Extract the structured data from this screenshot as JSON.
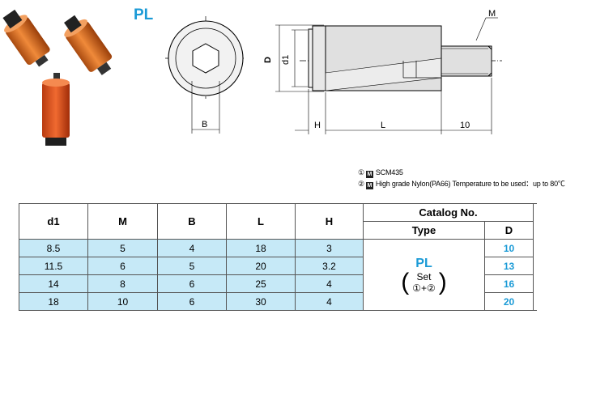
{
  "title": "PL",
  "drawing": {
    "labels": {
      "M": "M",
      "D": "D",
      "d1": "d1",
      "B": "B",
      "H": "H",
      "L": "L",
      "ten": "10"
    }
  },
  "materials": [
    {
      "num": "①",
      "mark": "M",
      "text": "SCM435"
    },
    {
      "num": "②",
      "mark": "M",
      "text": "High grade Nylon(PA66)  Temperature to be used：up to 80℃"
    }
  ],
  "table": {
    "headers": {
      "d1": "d1",
      "M": "M",
      "B": "B",
      "L": "L",
      "H": "H",
      "catalog": "Catalog No.",
      "type": "Type",
      "D": "D"
    },
    "rows": [
      {
        "d1": "8.5",
        "M": "5",
        "B": "4",
        "L": "18",
        "H": "3",
        "D": "10"
      },
      {
        "d1": "11.5",
        "M": "6",
        "B": "5",
        "L": "20",
        "H": "3.2",
        "D": "13"
      },
      {
        "d1": "14",
        "M": "8",
        "B": "6",
        "L": "25",
        "H": "4",
        "D": "16"
      },
      {
        "d1": "18",
        "M": "10",
        "B": "6",
        "L": "30",
        "H": "4",
        "D": "20"
      }
    ],
    "type_cell": {
      "name": "PL",
      "set": "Set",
      "combo": "①+②"
    }
  },
  "colors": {
    "accent": "#1a9ad6",
    "row_fill": "#c6e9f7",
    "nylon_orange": "#d96a1a"
  }
}
